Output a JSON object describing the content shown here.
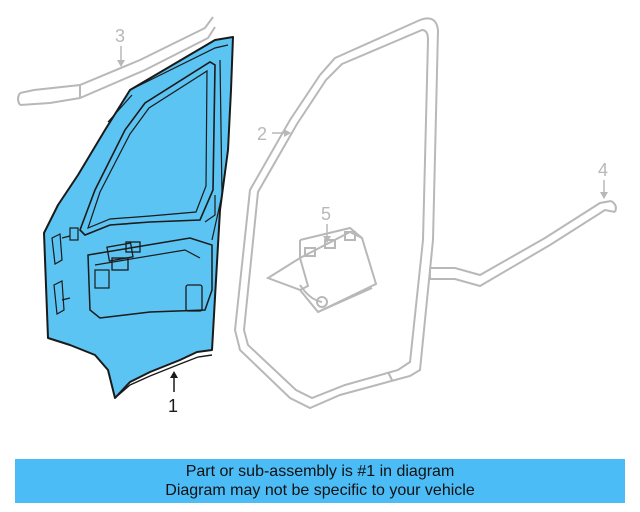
{
  "callouts": {
    "part_1": "1",
    "part_2": "2",
    "part_3": "3",
    "part_4": "4",
    "part_5": "5"
  },
  "banner": {
    "line_1": "Part or sub-assembly is #1 in diagram",
    "line_2": "Diagram may not be specific to your vehicle"
  },
  "colors": {
    "highlight_part": "#5bc4f2",
    "ghost_line": "#b8b8b8",
    "outline": "#1a1a1a",
    "banner": "#4cbcf6"
  }
}
